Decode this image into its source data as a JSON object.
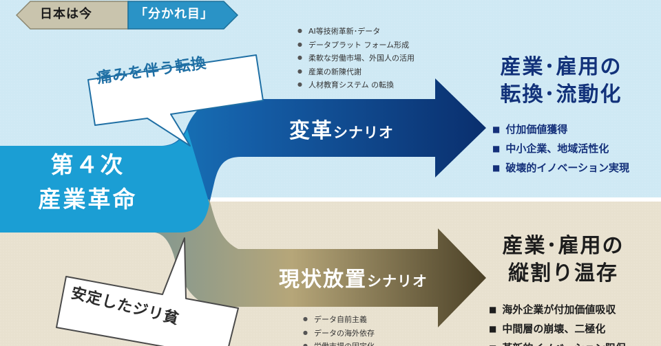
{
  "badge": {
    "left": "日本は今",
    "right": "「分かれ目」"
  },
  "center": {
    "line1": "第４次",
    "line2": "産業革命"
  },
  "callouts": {
    "top": "痛みを伴う転換",
    "bottom": "安定したジリ貧"
  },
  "scenarios": {
    "top": {
      "label_main": "変革",
      "label_sub": "シナリオ",
      "notes": [
        "AI等技術革新･データ",
        "データプラット フォーム形成",
        "柔軟な労働市場、外国人の活用",
        "産業の新陳代謝",
        "人材教育システム の転換"
      ],
      "heading": [
        "産業･雇用の",
        "転換･流動化"
      ],
      "bullets": [
        "付加価値獲得",
        "中小企業、地域活性化",
        "破壊的イノベーション実現"
      ]
    },
    "bottom": {
      "label_main": "現状放置",
      "label_sub": "シナリオ",
      "notes": [
        "データ自前主義",
        "データの海外依存",
        "労働市場の固定化"
      ],
      "heading": [
        "産業･雇用の",
        "縦割り温存"
      ],
      "bullets": [
        "海外企業が付加価値吸収",
        "中間層の崩壊、二極化",
        "革新的イノベーション阻保"
      ]
    }
  },
  "colors": {
    "top_band": "#cfe9f4",
    "bottom_band": "#e8e1cf",
    "blue_arrow": "#0a2f6e",
    "olive_arrow": "#4b4127",
    "accent_cyan": "#1e9fd1"
  }
}
